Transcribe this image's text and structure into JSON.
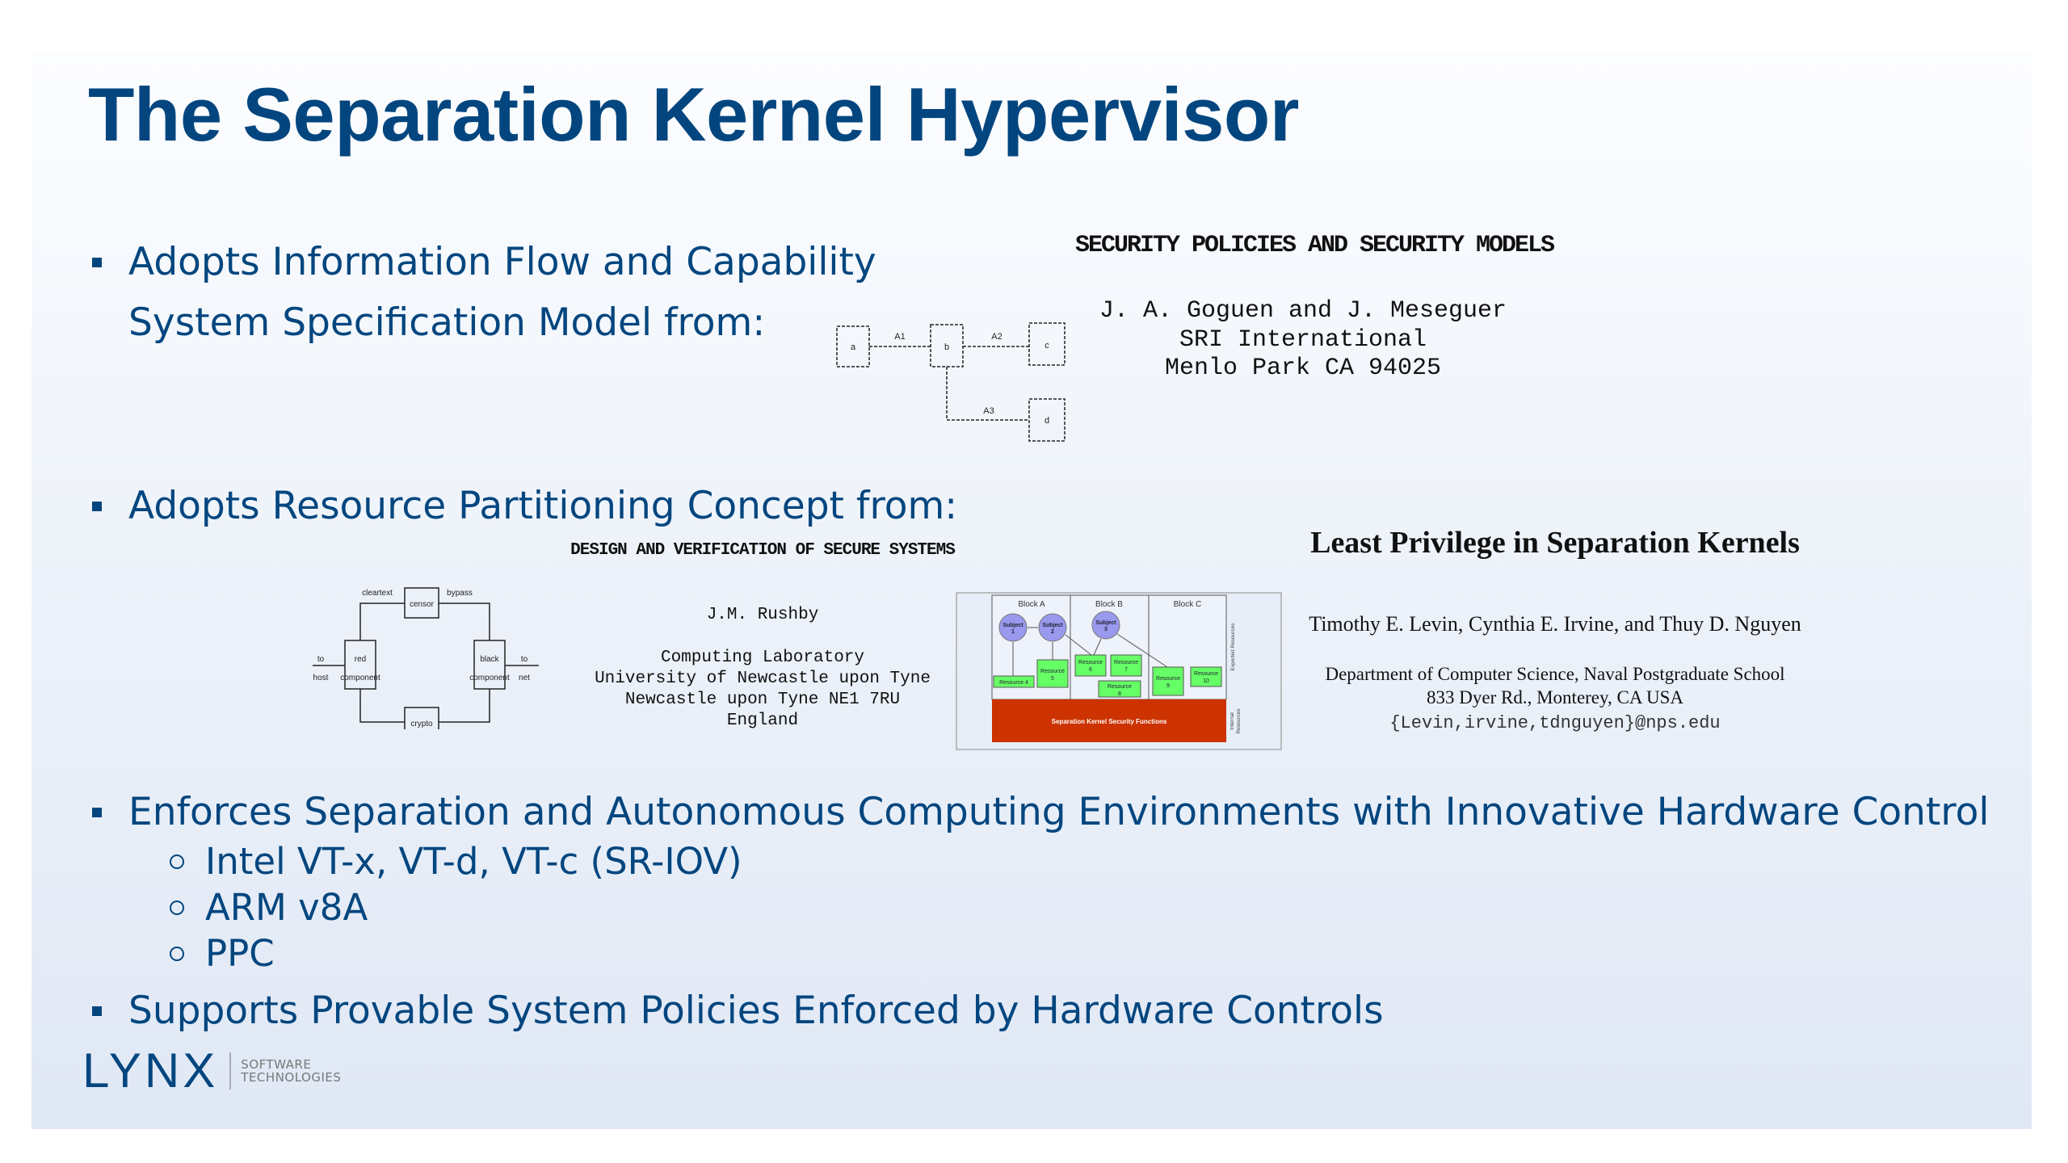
{
  "slide": {
    "title": "The Separation Kernel Hypervisor",
    "bullets": [
      {
        "lines": [
          "Adopts Information Flow and Capability",
          "System Specification Model from:"
        ]
      },
      {
        "lines": [
          "Adopts Resource Partitioning Concept from:"
        ]
      },
      {
        "lines": [
          "Enforces Separation and Autonomous Computing Environments with Innovative Hardware Control"
        ],
        "subitems": [
          "Intel VT-x, VT-d, VT-c (SR-IOV)",
          "ARM v8A",
          "PPC"
        ]
      },
      {
        "lines": [
          "Supports Provable System Policies Enforced by Hardware Controls"
        ]
      }
    ],
    "colors": {
      "accent": "#03467f",
      "kernel_red": "#cc3300",
      "resource_green": "#66ff66",
      "subject_purple": "#9999ee"
    }
  },
  "papers": {
    "goguen": {
      "title": "SECURITY POLICIES AND SECURITY MODELS",
      "authors": "J. A. Goguen and J. Meseguer",
      "org": "SRI International",
      "address": "Menlo Park CA 94025",
      "diagram": {
        "nodes": [
          "a",
          "b",
          "c",
          "d"
        ],
        "arrows": [
          "A1",
          "A2",
          "A3"
        ]
      }
    },
    "rushby": {
      "title": "DESIGN AND VERIFICATION OF SECURE SYSTEMS",
      "author": "J.M. Rushby",
      "lines": [
        "Computing Laboratory",
        "University of Newcastle upon Tyne",
        "Newcastle upon Tyne NE1 7RU",
        "England"
      ],
      "diagram": {
        "censor": "censor",
        "crypto": "crypto",
        "red1": "red",
        "red2": "component",
        "black1": "black",
        "black2": "component",
        "cleartext": "cleartext",
        "bypass": "bypass",
        "to_l": "to",
        "host": "host",
        "to_r": "to",
        "net": "net"
      }
    },
    "levin": {
      "title": "Least Privilege in Separation Kernels",
      "authors": "Timothy E. Levin, Cynthia E. Irvine, and Thuy D. Nguyen",
      "dept": "Department of Computer Science, Naval Postgraduate School",
      "address": "833 Dyer Rd., Monterey, CA USA",
      "email": "{Levin,irvine,tdnguyen}@nps.edu"
    },
    "block_diagram": {
      "blocks": [
        "Block A",
        "Block B",
        "Block C"
      ],
      "subjects": [
        [
          "Subject",
          "1"
        ],
        [
          "Subject",
          "2"
        ],
        [
          "Subject",
          "3"
        ]
      ],
      "resources": [
        [
          "Resource 4"
        ],
        [
          "Resource",
          "5"
        ],
        [
          "Resource",
          "6"
        ],
        [
          "Resource",
          "7"
        ],
        [
          "Resource",
          "8"
        ],
        [
          "Resource",
          "9"
        ],
        [
          "Resource",
          "10"
        ]
      ],
      "kernel": "Separation Kernel Security Functions",
      "exported": "Exported Resources",
      "internal": [
        "Internal",
        "Resources"
      ]
    }
  },
  "logo": {
    "name": "LYNX",
    "sub1": "SOFTWARE",
    "sub2": "TECHNOLOGIES"
  }
}
